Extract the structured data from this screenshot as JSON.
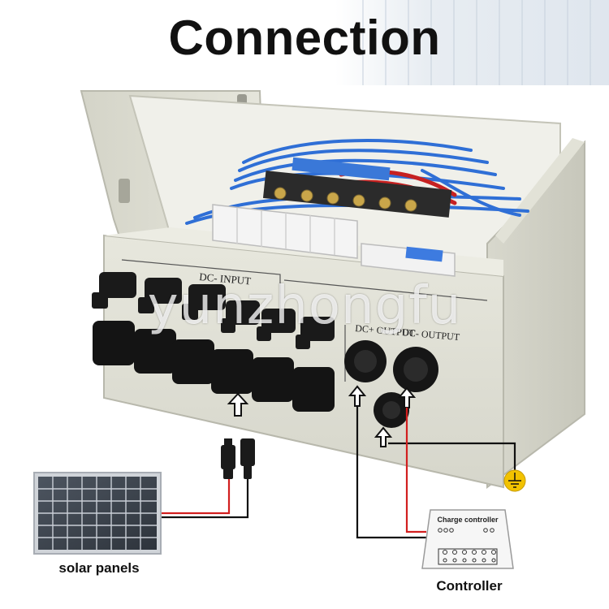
{
  "title": "Connection",
  "watermark": "yunzhongfu",
  "box": {
    "input_label": "DC- INPUT",
    "output_label_pos": "DC+ OUTPUT",
    "output_label_neg": "DC- OUTPUT"
  },
  "solar_label": "solar panels",
  "controller": {
    "header": "Charge controller",
    "label": "Controller"
  },
  "colors": {
    "box": "#deded3",
    "wire_positive": "#d21f1f",
    "wire_negative": "#111111",
    "ground": "#f2c200",
    "blue_wire": "#2f6fd6"
  },
  "icons": {
    "arrow": "up-arrow-outline-icon",
    "ground": "ground-symbol-icon"
  }
}
